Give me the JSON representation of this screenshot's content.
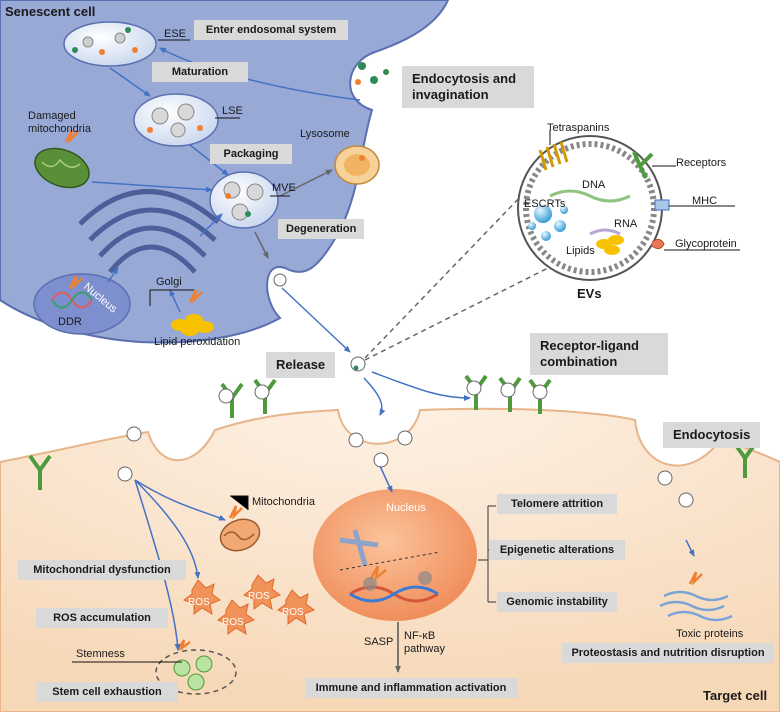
{
  "titles": {
    "senescent_cell": "Senescent cell",
    "target_cell": "Target cell",
    "evs": "EVs"
  },
  "steps": {
    "enter_endosomal": "Enter endosomal system",
    "maturation": "Maturation",
    "packaging": "Packaging",
    "degeneration": "Degeneration",
    "endocytosis_invagination": "Endocytosis and invagination",
    "release": "Release",
    "receptor_ligand": "Receptor-ligand combination",
    "endocytosis": "Endocytosis"
  },
  "organelles": {
    "ese": "ESE",
    "lse": "LSE",
    "mve": "MVE",
    "lysosome": "Lysosome",
    "damaged_mitochondria": "Damaged mitochondria",
    "golgi": "Golgi",
    "nucleus": "Nucleus",
    "ddr": "DDR",
    "lipid_peroxidation": "Lipid peroxidation"
  },
  "ev_components": {
    "tetraspanins": "Tetraspanins",
    "receptors": "Receptors",
    "dna": "DNA",
    "escrts": "ESCRTs",
    "rna": "RNA",
    "mhc": "MHC",
    "lipids": "Lipids",
    "glycoprotein": "Glycoprotein"
  },
  "target": {
    "mitochondria": "Mitochondria",
    "nucleus": "Nucleus",
    "ros": "ROS",
    "stemness": "Stemness",
    "sasp": "SASP",
    "nfkb": "NF-κB pathway",
    "toxic_proteins": "Toxic proteins"
  },
  "outcomes": {
    "mito_dysfunction": "Mitochondrial dysfunction",
    "ros_accumulation": "ROS accumulation",
    "stem_exhaustion": "Stem cell exhaustion",
    "telomere": "Telomere attrition",
    "epigenetic": "Epigenetic alterations",
    "genomic": "Genomic instability",
    "immune": "Immune and inflammation activation",
    "proteostasis": "Proteostasis and nutrition disruption"
  },
  "colors": {
    "senescent_fill": "#98a9d6",
    "target_fill": "#f8e2cc",
    "nucleus_fill": "#f4a672",
    "arrow_blue": "#4472c4",
    "accent_orange": "#f08030"
  }
}
